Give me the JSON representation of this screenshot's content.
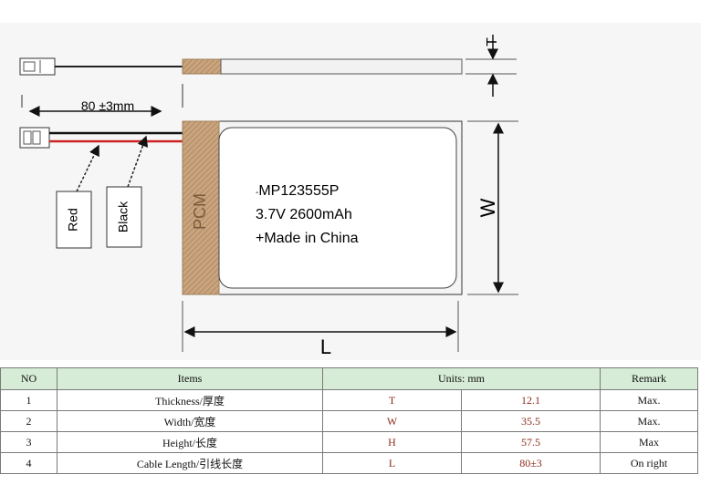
{
  "drawing": {
    "dimension_cable": "80 ±3mm",
    "pcm_label": "PCM",
    "model_line": "MP123555P",
    "spec_line": "3.7V 2600mAh",
    "origin_line": "Made in China",
    "dim_t": "T",
    "dim_w": "W",
    "dim_l": "L",
    "wire_red_label": "Red",
    "wire_black_label": "Black",
    "colors": {
      "pcm_fill": "#c9a47e",
      "cell_fill": "#f4f4f4",
      "wire_red": "#cc2222",
      "wire_black": "#111111"
    }
  },
  "table": {
    "headers": {
      "no": "NO",
      "items": "Items",
      "units": "Units: mm",
      "remark": "Remark"
    },
    "rows": [
      {
        "no": "1",
        "item": "Thickness/厚度",
        "code": "T",
        "value": "12.1",
        "remark": "Max."
      },
      {
        "no": "2",
        "item": "Width/宽度",
        "code": "W",
        "value": "35.5",
        "remark": "Max."
      },
      {
        "no": "3",
        "item": "Height/长度",
        "code": "H",
        "value": "57.5",
        "remark": "Max"
      },
      {
        "no": "4",
        "item": "Cable Length/引线长度",
        "code": "L",
        "value": "80±3",
        "remark": "On right"
      }
    ]
  }
}
